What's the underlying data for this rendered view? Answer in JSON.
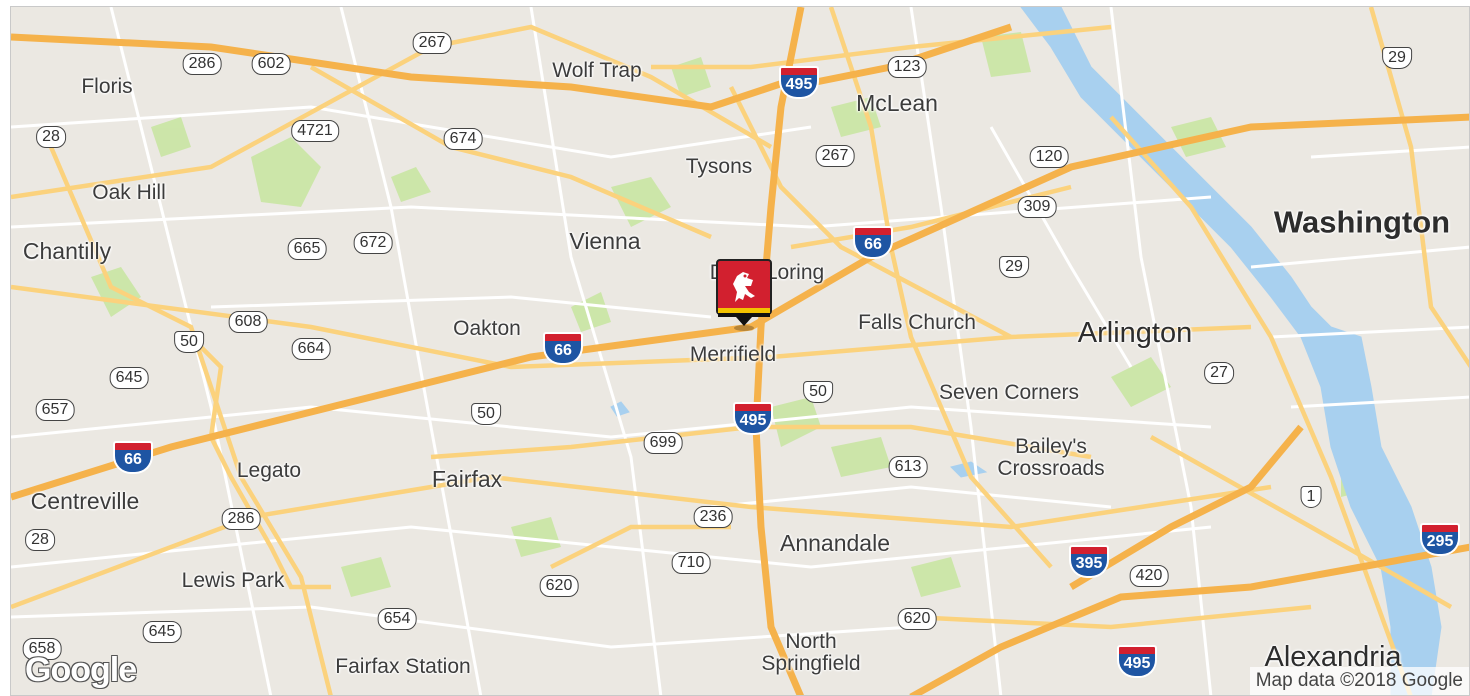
{
  "map": {
    "attribution": "Map data ©2018 Google",
    "logo_text": "Google",
    "colors": {
      "land": "#ebe8e2",
      "park": "#c9e5a3",
      "water": "#a8d0ef",
      "arterial": "#fbd27d",
      "highway": "#f5b24b",
      "minor_road": "#ffffff",
      "pin_red": "#d2202f",
      "pin_stripe": "#f2c200",
      "interstate_red": "#d2202f",
      "interstate_blue": "#1e55a3"
    }
  },
  "places": [
    {
      "id": "floris",
      "label": "Floris",
      "size": "s"
    },
    {
      "id": "wolf-trap",
      "label": "Wolf Trap",
      "size": "s"
    },
    {
      "id": "mclean",
      "label": "McLean",
      "size": "m"
    },
    {
      "id": "tysons",
      "label": "Tysons",
      "size": "s"
    },
    {
      "id": "oak-hill",
      "label": "Oak Hill",
      "size": "s"
    },
    {
      "id": "washington",
      "label": "Washington",
      "size": "xl"
    },
    {
      "id": "chantilly",
      "label": "Chantilly",
      "size": "m"
    },
    {
      "id": "vienna",
      "label": "Vienna",
      "size": "m"
    },
    {
      "id": "dunn-loring",
      "label": "Dunn Loring",
      "size": "s"
    },
    {
      "id": "falls-church",
      "label": "Falls Church",
      "size": "s"
    },
    {
      "id": "oakton",
      "label": "Oakton",
      "size": "s"
    },
    {
      "id": "arlington",
      "label": "Arlington",
      "size": "l"
    },
    {
      "id": "merrifield",
      "label": "Merrifield",
      "size": "s"
    },
    {
      "id": "seven-corners",
      "label": "Seven Corners",
      "size": "s"
    },
    {
      "id": "baileys-crossroads",
      "label": "Bailey's\nCrossroads",
      "size": "s"
    },
    {
      "id": "legato",
      "label": "Legato",
      "size": "s"
    },
    {
      "id": "fairfax",
      "label": "Fairfax",
      "size": "m"
    },
    {
      "id": "centreville",
      "label": "Centreville",
      "size": "m"
    },
    {
      "id": "annandale",
      "label": "Annandale",
      "size": "m"
    },
    {
      "id": "lewis-park",
      "label": "Lewis Park",
      "size": "s"
    },
    {
      "id": "north-springfield",
      "label": "North\nSpringfield",
      "size": "s"
    },
    {
      "id": "fairfax-station",
      "label": "Fairfax Station",
      "size": "s"
    },
    {
      "id": "alexandria",
      "label": "Alexandria",
      "size": "l"
    }
  ],
  "route_shields": [
    {
      "id": "s267a",
      "number": "267",
      "type": "state"
    },
    {
      "id": "s286a",
      "number": "286",
      "type": "state"
    },
    {
      "id": "s602",
      "number": "602",
      "type": "state"
    },
    {
      "id": "s123",
      "number": "123",
      "type": "state"
    },
    {
      "id": "us29a",
      "number": "29",
      "type": "us"
    },
    {
      "id": "s28a",
      "number": "28",
      "type": "state"
    },
    {
      "id": "s4721",
      "number": "4721",
      "type": "state"
    },
    {
      "id": "s674",
      "number": "674",
      "type": "state"
    },
    {
      "id": "s267b",
      "number": "267",
      "type": "state"
    },
    {
      "id": "s120",
      "number": "120",
      "type": "state"
    },
    {
      "id": "s309",
      "number": "309",
      "type": "state"
    },
    {
      "id": "s665",
      "number": "665",
      "type": "state"
    },
    {
      "id": "s672",
      "number": "672",
      "type": "state"
    },
    {
      "id": "us29b",
      "number": "29",
      "type": "us"
    },
    {
      "id": "s608",
      "number": "608",
      "type": "state"
    },
    {
      "id": "us50a",
      "number": "50",
      "type": "us"
    },
    {
      "id": "s664",
      "number": "664",
      "type": "state"
    },
    {
      "id": "s645a",
      "number": "645",
      "type": "state"
    },
    {
      "id": "s27",
      "number": "27",
      "type": "state"
    },
    {
      "id": "s657",
      "number": "657",
      "type": "state"
    },
    {
      "id": "us50b",
      "number": "50",
      "type": "us"
    },
    {
      "id": "us50c",
      "number": "50",
      "type": "us"
    },
    {
      "id": "s699",
      "number": "699",
      "type": "state"
    },
    {
      "id": "s613",
      "number": "613",
      "type": "state"
    },
    {
      "id": "s286b",
      "number": "286",
      "type": "state"
    },
    {
      "id": "s236",
      "number": "236",
      "type": "state"
    },
    {
      "id": "us1",
      "number": "1",
      "type": "us"
    },
    {
      "id": "s28b",
      "number": "28",
      "type": "state"
    },
    {
      "id": "s710",
      "number": "710",
      "type": "state"
    },
    {
      "id": "s420",
      "number": "420",
      "type": "state"
    },
    {
      "id": "s620a",
      "number": "620",
      "type": "state"
    },
    {
      "id": "s654",
      "number": "654",
      "type": "state"
    },
    {
      "id": "s620b",
      "number": "620",
      "type": "state"
    },
    {
      "id": "s645b",
      "number": "645",
      "type": "state"
    },
    {
      "id": "s658",
      "number": "658",
      "type": "state"
    }
  ],
  "interstates": [
    {
      "id": "i495a",
      "number": "495"
    },
    {
      "id": "i66a",
      "number": "66"
    },
    {
      "id": "i66b",
      "number": "66"
    },
    {
      "id": "i495b",
      "number": "495"
    },
    {
      "id": "i66c",
      "number": "66"
    },
    {
      "id": "i395",
      "number": "395"
    },
    {
      "id": "i295",
      "number": "295"
    },
    {
      "id": "i495c",
      "number": "495"
    }
  ]
}
